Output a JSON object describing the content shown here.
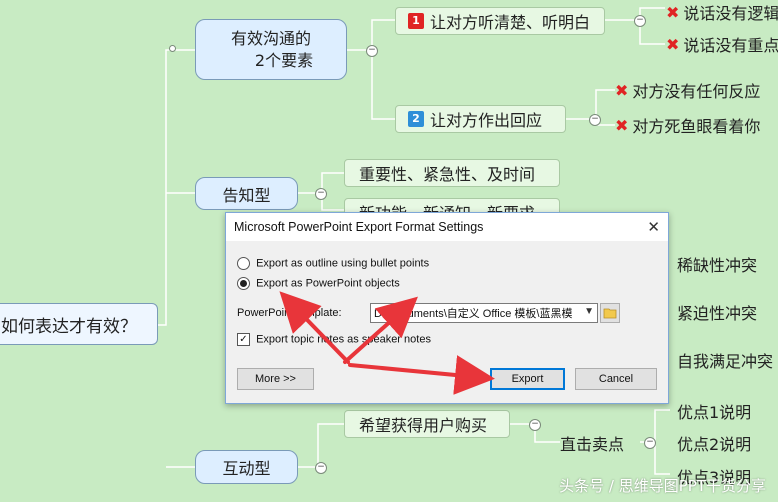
{
  "mindmap": {
    "root": "如何表达才有效？",
    "branch1": {
      "label_line1": "有效沟通的",
      "label_line2": "2个要素"
    },
    "b1_item1": {
      "num": "1",
      "label": "让对方听清楚、听明白"
    },
    "b1_item1_leaves": [
      "说话没有逻辑",
      "说话没有重点"
    ],
    "b1_item2": {
      "num": "2",
      "label": "让对方作出回应"
    },
    "b1_item2_leaves": [
      "对方没有任何反应",
      "对方死鱼眼看着你"
    ],
    "branch2": {
      "label": "告知型"
    },
    "b2_items": [
      "重要性、紧急性、及时间",
      "新功能、新通知、新要求"
    ],
    "right_items": [
      "稀缺性冲突",
      "紧迫性冲突",
      "自我满足冲突"
    ],
    "branch3": {
      "label": "互动型"
    },
    "b3_item": "希望获得用户购买",
    "b3_sub": "直击卖点",
    "b3_leaves": [
      "优点1说明",
      "优点2说明",
      "优点3说明"
    ],
    "colors": {
      "num_red": "#e02424",
      "num_blue": "#2f8fd8",
      "x_red": "#e02424"
    }
  },
  "dialog": {
    "title": "Microsoft PowerPoint Export Format Settings",
    "close_icon": "✕",
    "option_outline": "Export as outline using bullet points",
    "option_objects": "Export as PowerPoint objects",
    "template_label": "PowerPoint template:",
    "template_value": "D:\\Documents\\自定义 Office 模板\\蓝黑模",
    "notes_label": "Export topic notes as speaker notes",
    "more_button": "More >>",
    "export_button": "Export",
    "cancel_button": "Cancel"
  },
  "watermark": "头条号 / 思维导图PPT干货分享"
}
